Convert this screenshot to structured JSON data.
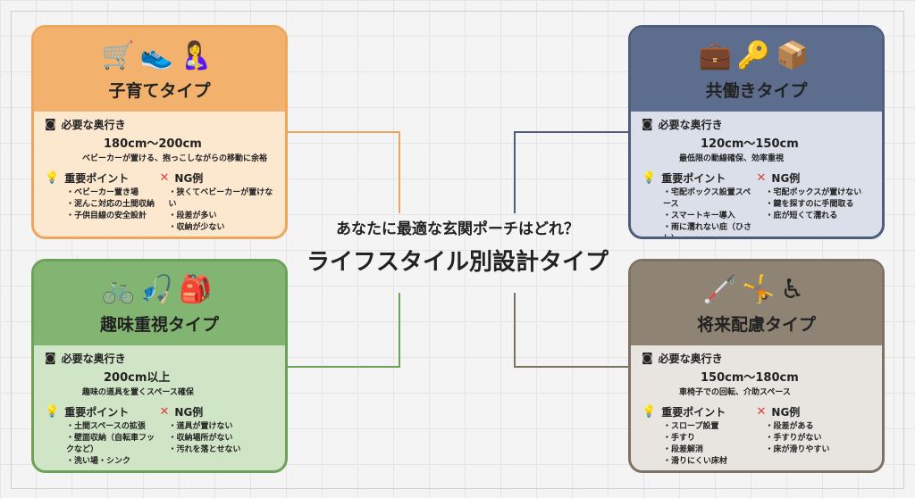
{
  "center": {
    "subtitle": "あなたに最適な玄関ポーチはどれ？",
    "title": "ライフスタイル別設計タイプ"
  },
  "labels": {
    "depth": "必要な奥行き",
    "points": "重要ポイント",
    "ng": "NG例"
  },
  "icons": {
    "tape": "tape-measure-icon",
    "bulb": "lightbulb-icon",
    "ng": "x-mark-icon"
  },
  "cards": [
    {
      "title": "子育てタイプ",
      "icons": "🛒👟🤱",
      "icon_names": [
        "stroller-icon",
        "shoes-icon",
        "parent-child-icon"
      ],
      "range": "180cm〜200cm",
      "note": "ベビーカーが置ける、抱っこしながらの移動に余裕",
      "points": [
        "ベビーカー置き場",
        "泥んこ対応の土間収納",
        "子供目線の安全設計"
      ],
      "ng": [
        "狭くてベビーカーが置けない",
        "段差が多い",
        "収納が少ない"
      ],
      "head_color": "#f2b16c",
      "body_color": "#fce7cf",
      "border_color": "#eea65c"
    },
    {
      "title": "共働きタイプ",
      "icons": "💼🔑📦",
      "icon_names": [
        "briefcase-icon",
        "key-icon",
        "package-icon"
      ],
      "range": "120cm〜150cm",
      "note": "最低限の動線確保、効率重視",
      "points": [
        "宅配ボックス設置スペース",
        "スマートキー導入",
        "雨に濡れない庇（ひさし）"
      ],
      "ng": [
        "宅配ボックスが置けない",
        "鍵を探すのに手間取る",
        "庇が短くて濡れる"
      ],
      "head_color": "#5d6d8e",
      "body_color": "#dadfe9",
      "border_color": "#4e5d7c"
    },
    {
      "title": "趣味重視タイプ",
      "icons": "🚲🎣🎒",
      "icon_names": [
        "bicycle-icon",
        "fishing-rod-icon",
        "backpack-icon"
      ],
      "range": "200cm以上",
      "note": "趣味の道具を置くスペース確保",
      "points": [
        "土間スペースの拡張",
        "壁面収納（自転車フックなど）",
        "洗い場・シンク"
      ],
      "ng": [
        "道具が置けない",
        "収納場所がない",
        "汚れを落とせない"
      ],
      "head_color": "#82b571",
      "body_color": "#d0e5c6",
      "border_color": "#6aa25a"
    },
    {
      "title": "将来配慮タイプ",
      "icons": "🦯🤸♿",
      "icon_names": [
        "cane-icon",
        "handrail-icon",
        "wheelchair-icon"
      ],
      "range": "150cm〜180cm",
      "note": "車椅子での回転、介助スペース",
      "points": [
        "スロープ設置",
        "手すり",
        "段差解消",
        "滑りにくい床材"
      ],
      "ng": [
        "段差がある",
        "手すりがない",
        "床が滑りやすい"
      ],
      "head_color": "#8f8474",
      "body_color": "#e8e5e0",
      "border_color": "#7d7263"
    }
  ]
}
